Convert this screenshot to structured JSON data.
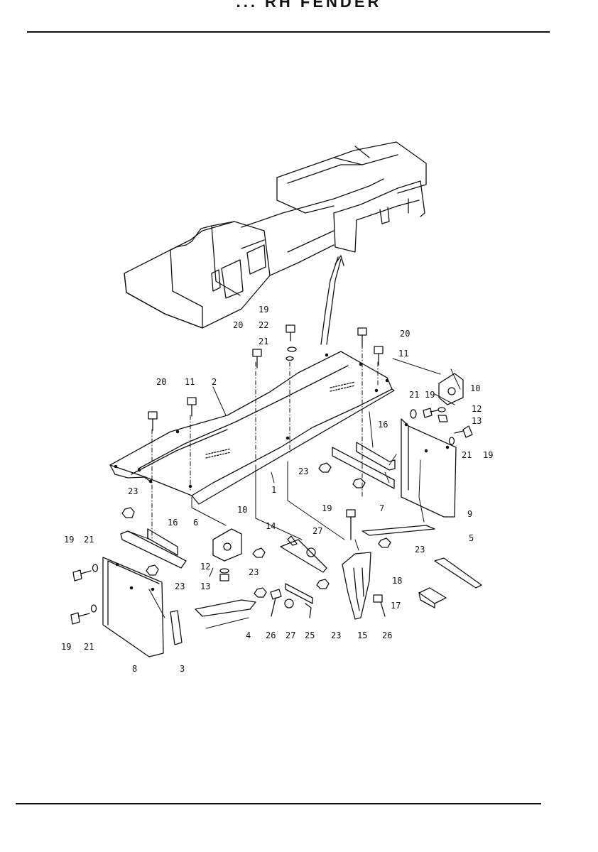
{
  "header": {
    "title": "... RH FENDER"
  },
  "diagram": {
    "part_callouts": [
      {
        "id": "c19a",
        "label": "19"
      },
      {
        "id": "c22",
        "label": "22"
      },
      {
        "id": "c21a",
        "label": "21"
      },
      {
        "id": "c20a",
        "label": "20"
      },
      {
        "id": "c20b",
        "label": "20"
      },
      {
        "id": "c11a",
        "label": "11"
      },
      {
        "id": "c20c",
        "label": "20"
      },
      {
        "id": "c11b",
        "label": "11"
      },
      {
        "id": "c2",
        "label": "2"
      },
      {
        "id": "c10a",
        "label": "10"
      },
      {
        "id": "c21b",
        "label": "21"
      },
      {
        "id": "c19b",
        "label": "19"
      },
      {
        "id": "c12a",
        "label": "12"
      },
      {
        "id": "c13a",
        "label": "13"
      },
      {
        "id": "c19c",
        "label": "19"
      },
      {
        "id": "c21c",
        "label": "21"
      },
      {
        "id": "c16a",
        "label": "16"
      },
      {
        "id": "c23a",
        "label": "23"
      },
      {
        "id": "c7",
        "label": "7"
      },
      {
        "id": "c1",
        "label": "1"
      },
      {
        "id": "c9",
        "label": "9"
      },
      {
        "id": "c23b",
        "label": "23"
      },
      {
        "id": "c19d",
        "label": "19"
      },
      {
        "id": "c5",
        "label": "5"
      },
      {
        "id": "c23c",
        "label": "23"
      },
      {
        "id": "c10b",
        "label": "10"
      },
      {
        "id": "c14",
        "label": "14"
      },
      {
        "id": "c27a",
        "label": "27"
      },
      {
        "id": "c16b",
        "label": "16"
      },
      {
        "id": "c6",
        "label": "6"
      },
      {
        "id": "c19e",
        "label": "19"
      },
      {
        "id": "c21d",
        "label": "21"
      },
      {
        "id": "c12b",
        "label": "12"
      },
      {
        "id": "c13b",
        "label": "13"
      },
      {
        "id": "c23d",
        "label": "23"
      },
      {
        "id": "c23e",
        "label": "23"
      },
      {
        "id": "c18",
        "label": "18"
      },
      {
        "id": "c17",
        "label": "17"
      },
      {
        "id": "c19f",
        "label": "19"
      },
      {
        "id": "c21e",
        "label": "21"
      },
      {
        "id": "c4",
        "label": "4"
      },
      {
        "id": "c26a",
        "label": "26"
      },
      {
        "id": "c27b",
        "label": "27"
      },
      {
        "id": "c25",
        "label": "25"
      },
      {
        "id": "c23f",
        "label": "23"
      },
      {
        "id": "c15",
        "label": "15"
      },
      {
        "id": "c26b",
        "label": "26"
      },
      {
        "id": "c8",
        "label": "8"
      },
      {
        "id": "c3",
        "label": "3"
      }
    ]
  }
}
